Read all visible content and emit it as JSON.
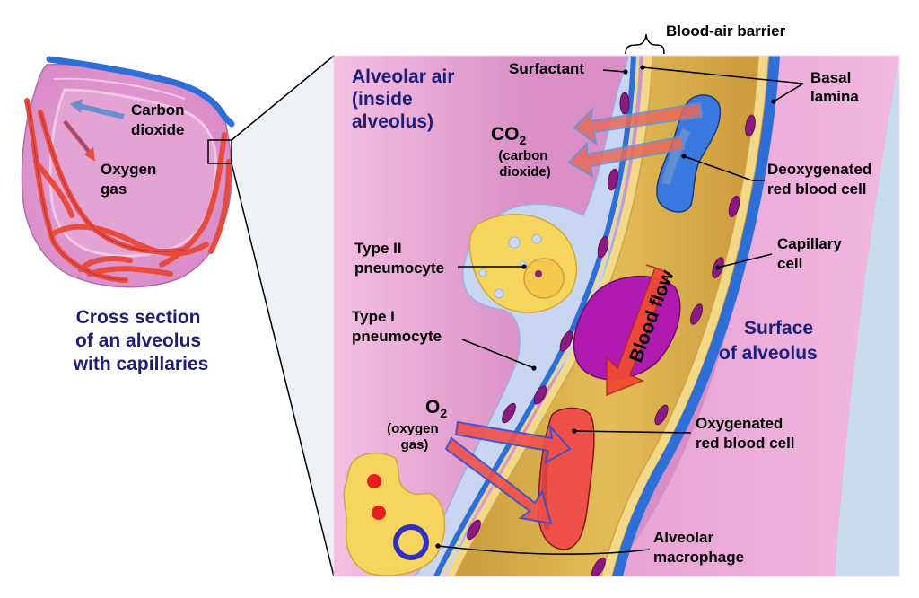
{
  "overview": {
    "caption": [
      "Cross section",
      "of an alveolus",
      "with capillaries"
    ],
    "carbon_dioxide": [
      "Carbon",
      "dioxide"
    ],
    "oxygen_gas": [
      "Oxygen",
      "gas"
    ]
  },
  "detail": {
    "alveolar_air": [
      "Alveolar air",
      "(inside",
      "alveolus)"
    ],
    "surface_of_alveolus": [
      "Surface",
      "of alveolus"
    ],
    "co2_formula": "CO",
    "co2_subscript": "2",
    "co2_name": [
      "(carbon",
      "dioxide)"
    ],
    "o2_formula": "O",
    "o2_subscript": "2",
    "o2_name": [
      "(oxygen",
      "gas)"
    ],
    "blood_flow": "Blood flow"
  },
  "labels": {
    "blood_air_barrier": "Blood-air barrier",
    "surfactant": "Surfactant",
    "basal_lamina": [
      "Basal",
      "lamina"
    ],
    "deoxygenated_rbc": [
      "Deoxygenated",
      "red blood cell"
    ],
    "capillary_cell": [
      "Capillary",
      "cell"
    ],
    "type_ii_pneumocyte": [
      "Type II",
      "pneumocyte"
    ],
    "type_i_pneumocyte": [
      "Type I",
      "pneumocyte"
    ],
    "oxygenated_rbc": [
      "Oxygenated",
      "red blood cell"
    ],
    "alveolar_macrophage": [
      "Alveolar",
      "macrophage"
    ]
  },
  "colors": {
    "alveolus_pink": "#e7a7d6",
    "surfactant_blue": "#c9d6f2",
    "capillary_yellow": "#e5c15a",
    "vessel_red": "#e84a3c",
    "vessel_blue": "#2d6fd6",
    "deoxy_cell": "#3a7ae0",
    "oxy_cell": "#f0504a",
    "nucleus_purple": "#8a1a80",
    "label_navy": "#1c1f7a"
  }
}
